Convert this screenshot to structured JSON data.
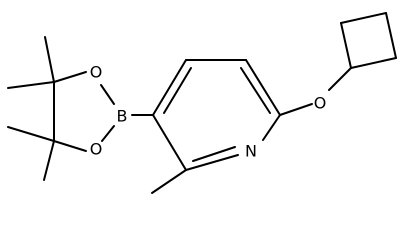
{
  "molecule": {
    "atoms": {
      "boron": "B",
      "oxygen_upper": "O",
      "oxygen_lower": "O",
      "nitrogen": "N",
      "oxygen_ether": "O"
    }
  }
}
